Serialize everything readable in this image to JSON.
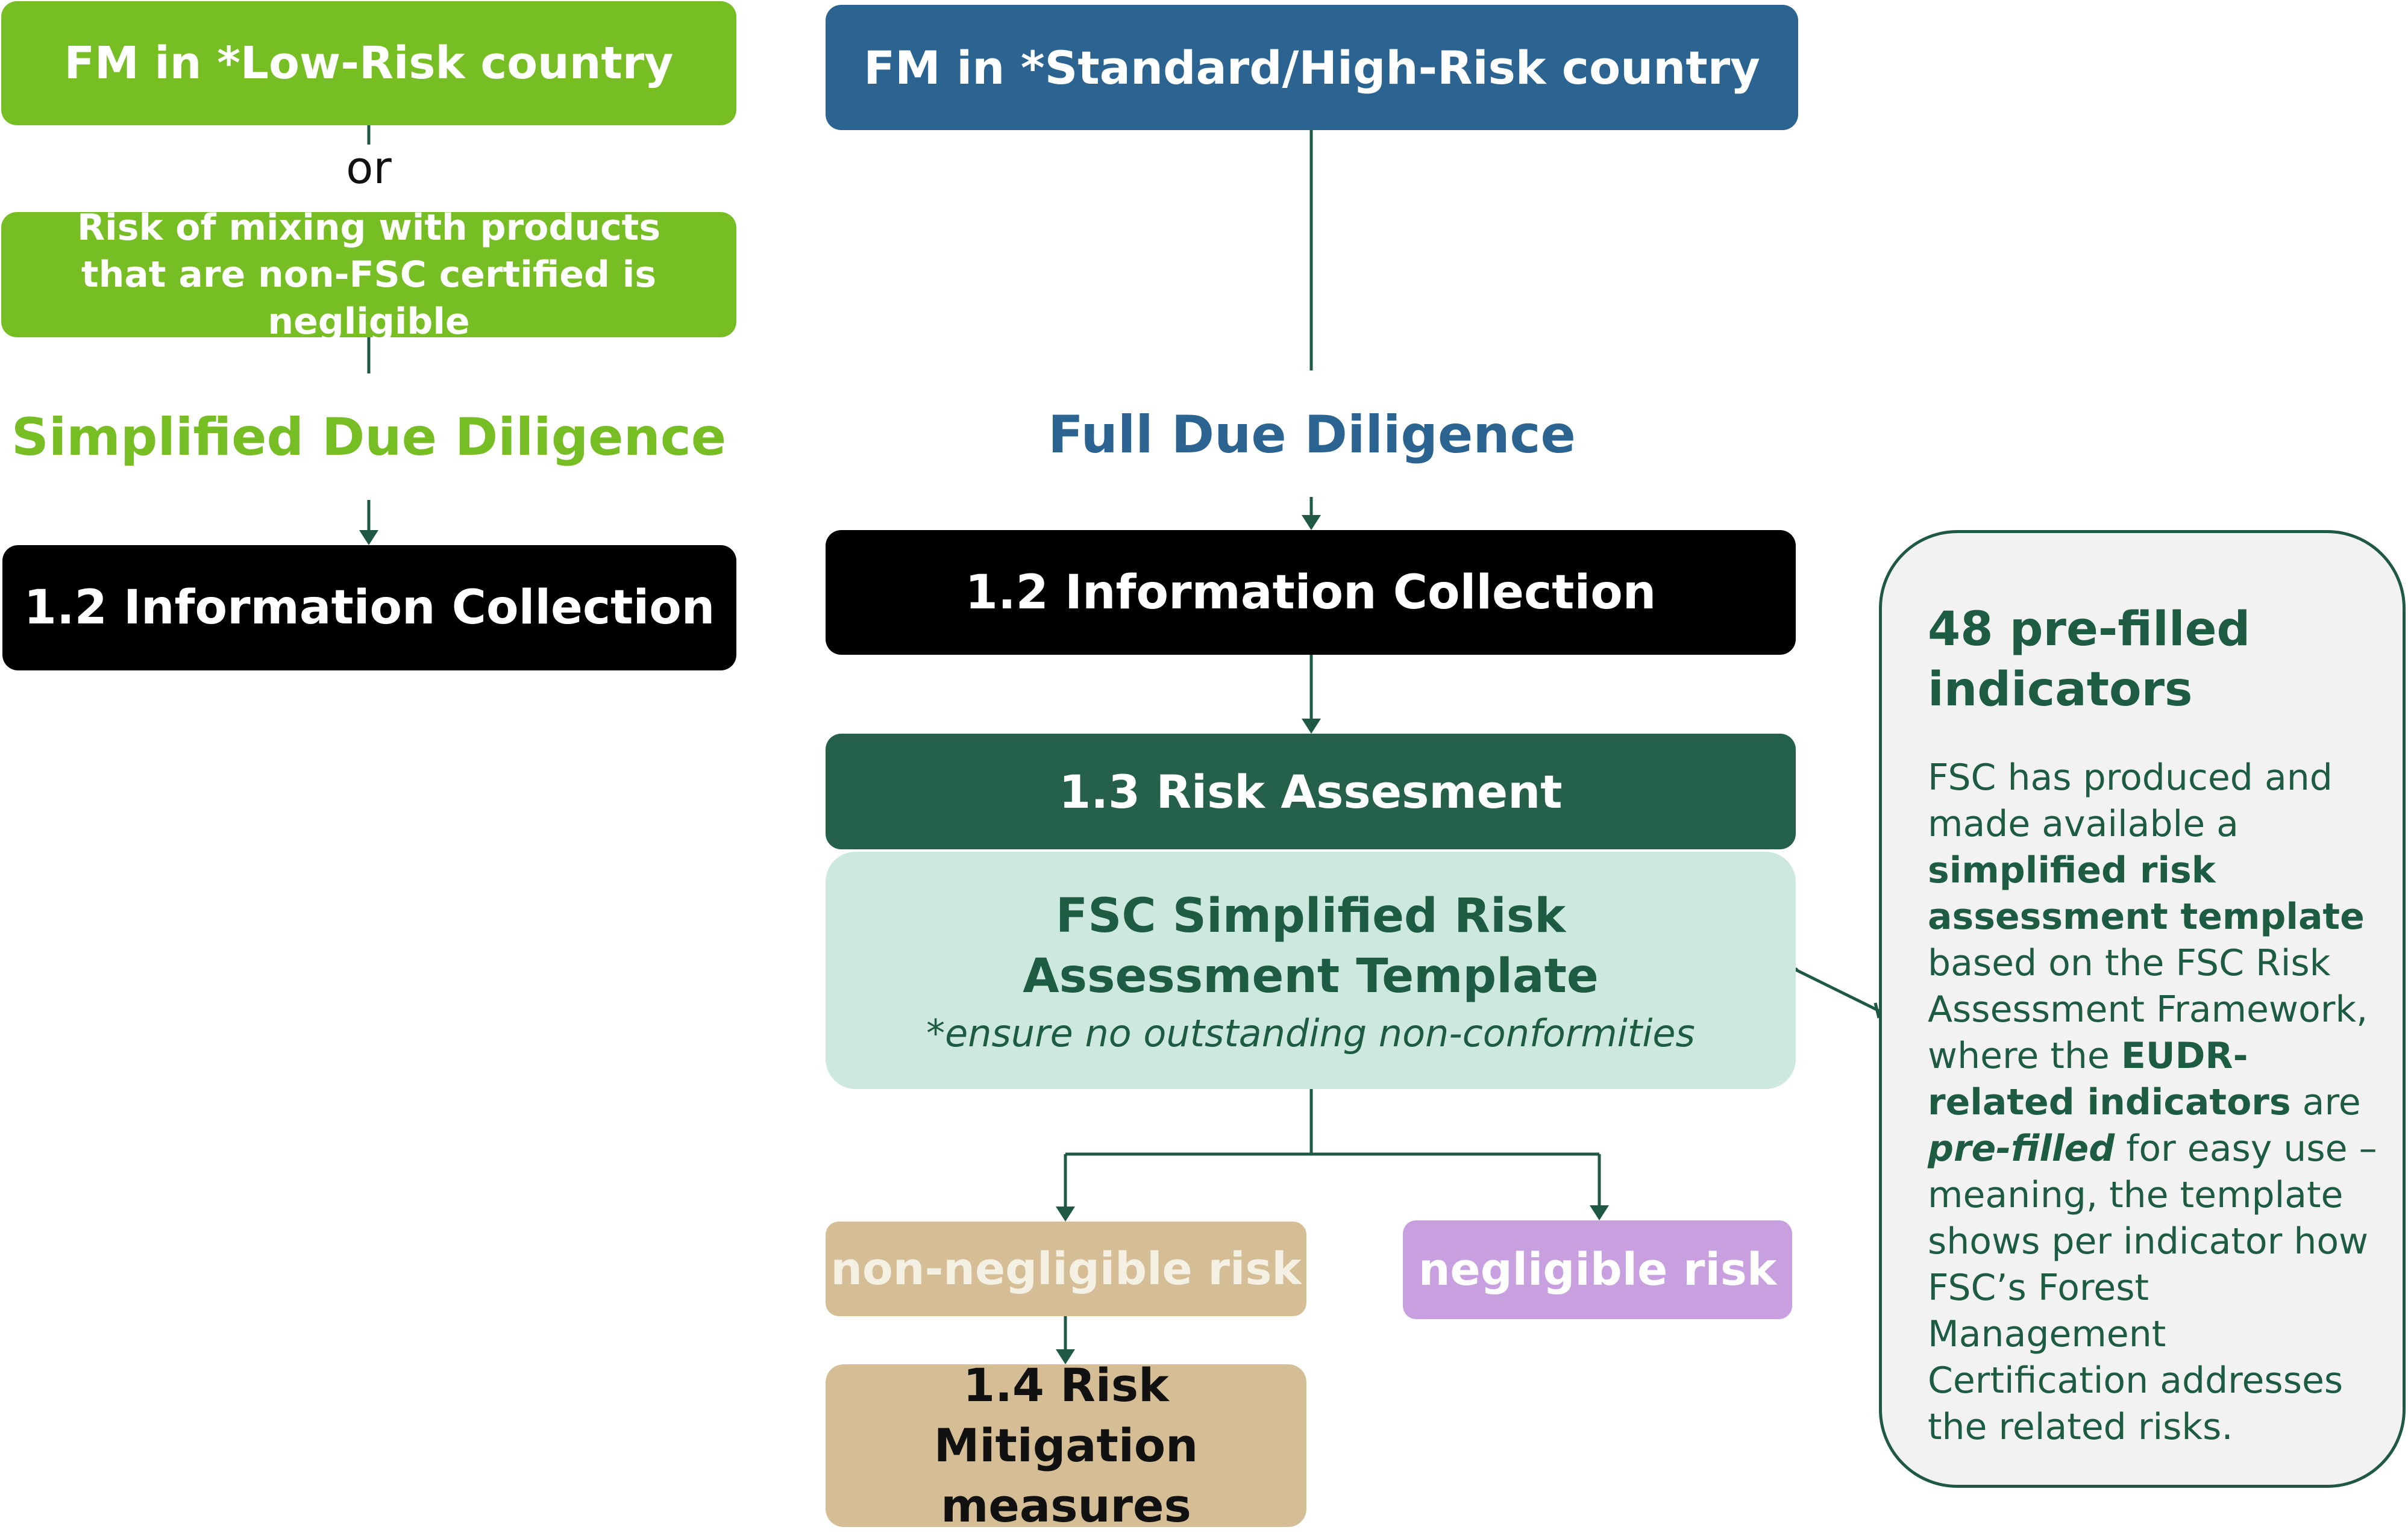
{
  "colors": {
    "green_light": "#76BE23",
    "blue": "#2B6490",
    "black": "#000000",
    "forest": "#25604A",
    "mint": "#CCE8DF",
    "tan": "#D5BE95",
    "lilac": "#C8A0E0",
    "dark_text": "#1D5C43",
    "connector": "#1F5946"
  },
  "left": {
    "fm_low_risk": "FM in *Low-Risk country",
    "or": "or",
    "mixing_risk": "Risk of mixing with products that are non-FSC certified is negligible",
    "simplified_dd": "Simplified Due Diligence",
    "info_collection": "1.2 Information Collection"
  },
  "center": {
    "fm_high_risk": "FM in *Standard/High-Risk country",
    "full_dd": "Full Due Diligence",
    "info_collection": "1.2 Information Collection",
    "risk_assessment": "1.3 Risk Assesment",
    "template_title": "FSC Simplified Risk Assessment Template",
    "template_note": "*ensure no outstanding non-conformities",
    "non_negligible": "non-negligible risk",
    "negligible": "negligible risk",
    "mitigation": "1.4 Risk Mitigation measures"
  },
  "note": {
    "title": "48 pre-filled indicators",
    "t1": "FSC has produced and made available a ",
    "b1": "simplified risk assessment template",
    "t2": " based on the FSC Risk Assessment Framework, where the ",
    "b2": "EUDR-related indicators",
    "t3": " are ",
    "i1": "pre-filled",
    "t4": " for easy use – meaning, the template shows per indicator how FSC’s Forest Management Certification addresses the related risks."
  }
}
